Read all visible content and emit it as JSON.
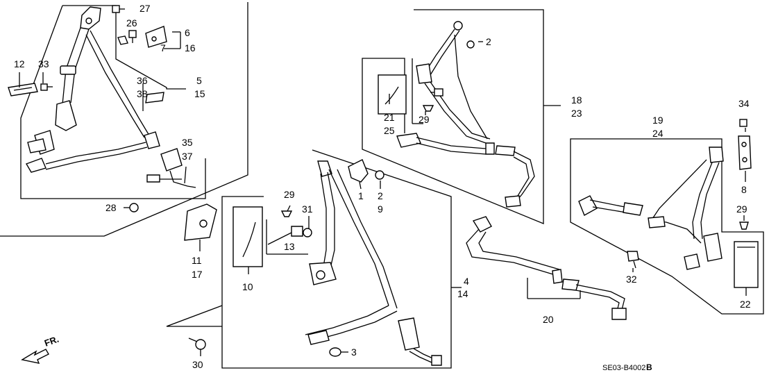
{
  "labels": {
    "p1": "1",
    "p2a": "2",
    "p2b": "2",
    "p3": "3",
    "p4": "4",
    "p5": "5",
    "p6": "6",
    "p7": "7",
    "p8": "8",
    "p9": "9",
    "p10": "10",
    "p11": "11",
    "p12": "12",
    "p13": "13",
    "p14": "14",
    "p15": "15",
    "p16": "16",
    "p17": "17",
    "p18": "18",
    "p19": "19",
    "p20": "20",
    "p21": "21",
    "p22": "22",
    "p23": "23",
    "p24": "24",
    "p25": "25",
    "p26": "26",
    "p27": "27",
    "p28": "28",
    "p29a": "29",
    "p29b": "29",
    "p29c": "29",
    "p30": "30",
    "p31": "31",
    "p32": "32",
    "p33": "33",
    "p34": "34",
    "p35": "35",
    "p36": "36",
    "p37": "37",
    "p38": "38"
  },
  "direction_label": "FR.",
  "drawing_code": "SE03-B4002",
  "drawing_rev": "B"
}
